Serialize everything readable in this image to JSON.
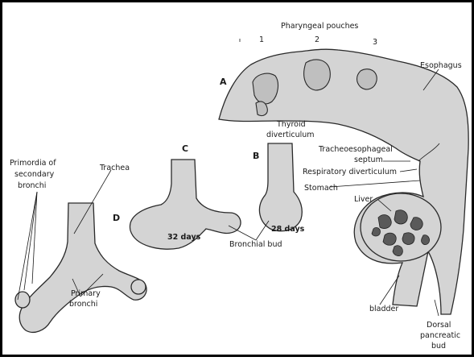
{
  "labels": {
    "pharyngeal_pouches": "Pharyngeal pouches",
    "pouch_1": "1",
    "pouch_2": "2",
    "pouch_3": "3",
    "esophagus": "Esophagus",
    "thyroid_line1": "Thyroid",
    "thyroid_line2": "diverticulum",
    "tracheoesophageal_line1": "Tracheoesophageal",
    "tracheoesophageal_line2": "septum",
    "respiratory_diverticulum": "Respiratory diverticulum",
    "stomach": "Stomach",
    "liver": "Liver",
    "bladder": "bladder",
    "dorsal_line1": "Dorsal",
    "dorsal_line2": "pancreatic",
    "dorsal_line3": "bud",
    "trachea": "Trachea",
    "primordia_line1": "Primordia of",
    "primordia_line2": "secondary",
    "primordia_line3": "bronchi",
    "primary_line1": "Primary",
    "primary_line2": "bronchi",
    "bronchial_bud": "Bronchial bud",
    "days_32": "32 days",
    "days_28": "28 days"
  },
  "stage_letters": {
    "a": "A",
    "b": "B",
    "c": "C",
    "d": "D"
  },
  "colors": {
    "tissue": "#d4d4d4",
    "tissue_inner": "#bfbfbf",
    "liver_lobules": "#5a5a5a",
    "outline": "#2a2a2a",
    "frame": "#000000"
  }
}
